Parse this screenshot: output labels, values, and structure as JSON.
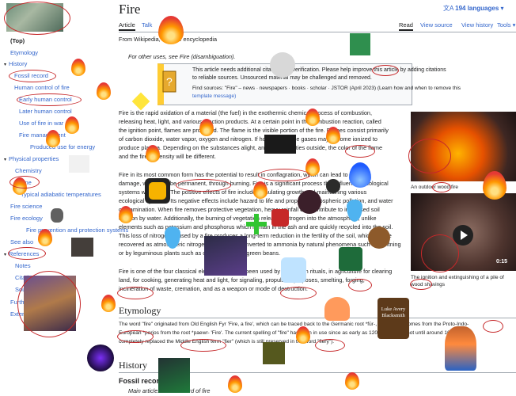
{
  "title": "Fire",
  "languages": {
    "count": "194 languages"
  },
  "tabs": {
    "article": "Article",
    "talk": "Talk",
    "read": "Read",
    "view_source": "View source",
    "view_history": "View history",
    "tools": "Tools"
  },
  "toc": {
    "top": "(Top)",
    "items": [
      "Etymology",
      "History",
      "Fossil record",
      "Human control of fire",
      "Early human control",
      "Later human control",
      "Use of fire in war",
      "Fire management",
      "Produced use for energy",
      "Physical properties",
      "Chemistry",
      "Flame",
      "Typical adiabatic temperatures",
      "Fire science",
      "Fire ecology",
      "Fire prevention and protection systems",
      "See also",
      "References",
      "Notes",
      "Citations",
      "Sources",
      "Further reading",
      "External links"
    ]
  },
  "lead": {
    "from": "From Wikipedia, the free encyclopedia",
    "hatnote": "For other uses, see Fire (disambiguation).",
    "ambox1": "This article needs additional citations for verification. Please help improve this article by adding citations",
    "ambox2": "to reliable sources. Unsourced material may be challenged and removed.",
    "ambox3": "Find sources: \"Fire\" – news · newspapers · books · scholar · JSTOR (April 2023) (Learn how and when to remove this",
    "ambox4": "template message)",
    "p1": [
      "Fire is the rapid oxidation of a material (the fuel) in the exothermic chemical process of combustion,",
      "releasing heat, light, and various reaction products. At a certain point in the combustion reaction, called",
      "the ignition point, flames are produced. The flame is the visible portion of the fire. Flames consist primarily",
      "of carbon dioxide, water vapor, oxygen and nitrogen. If hot enough, the gases may become ionized to",
      "produce plasma. Depending on the substances alight, and any impurities outside, the color of the flame",
      "and the fire's intensity will be different."
    ],
    "p2": [
      "Fire in its most common form has the potential to result in conflagration, which can lead to physical",
      "damage, which can be permanent, through burning. Fire is a significant process that influences ecological",
      "systems worldwide. The positive effects of fire include stimulating growth and maintaining various",
      "ecological systems. Its negative effects include hazard to life and property, atmospheric pollution, and water",
      "contamination. When fire removes protective vegetation, heavy rainfall can contribute to increased soil",
      "erosion by water. Additionally, the burning of vegetation releases nitrogen into the atmosphere, unlike",
      "elements such as potassium and phosphorus which remain in the ash and are quickly recycled into the soil.",
      "This loss of nitrogen caused by a fire produces a long-term reduction in the fertility of the soil, which can be",
      "recovered as atmospheric nitrogen is fixed and converted to ammonia by natural phenomena such as lightning",
      "or by leguminous plants such as clover, peas and green beans."
    ],
    "p3": [
      "Fire is one of the four classical elements and has been used by humans in rituals, in agriculture for clearing",
      "land, for cooking, generating heat and light, for signaling, propulsion purposes, smelting, forging,",
      "incineration of waste, cremation, and as a weapon or mode of destruction."
    ]
  },
  "etymology": {
    "heading": "Etymology",
    "p": [
      "The word \"fire\" originated from Old English Fyr 'Fire, a fire', which can be traced back to the Germanic root *fūr-, which itself comes from the Proto-Indo-",
      "European *perjos from the root *paewr- 'Fire'. The current spelling of \"fire\" has been in use since as early as 1200, but it was not until around 1600 that it",
      "completely replaced the Middle English term \"fier\" (which is still preserved in the word \"fiery\")."
    ]
  },
  "history": {
    "heading": "History",
    "fossil_heading": "Fossil record",
    "main": "Main article: Fossil record of fire"
  },
  "figures": {
    "cap1": "An outdoor wood fire",
    "cap2": [
      "The ignition and extinguishing of a pile of",
      "wood shavings"
    ],
    "duration": "0:15"
  },
  "sticker": {
    "sign_text": "Luke Avery Blacksmith"
  },
  "colors": {
    "annotation_red": "#c6282a",
    "link": "#3366cc",
    "ambox_bar": "#ffcc33"
  }
}
